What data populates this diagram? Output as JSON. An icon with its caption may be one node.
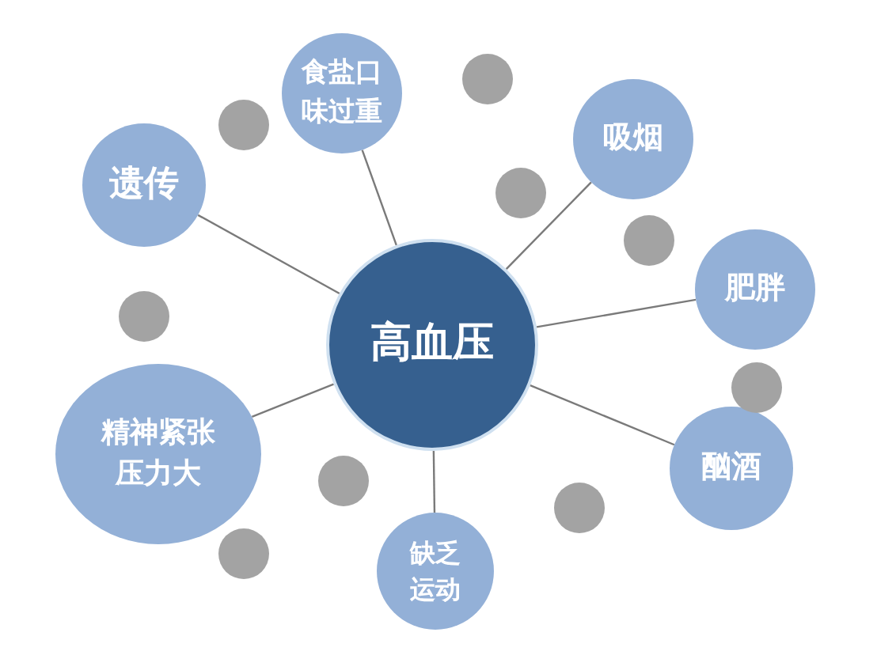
{
  "diagram": {
    "nodes": [
      {
        "text": [
          "高血压"
        ]
      },
      {
        "text": [
          "食盐口味过重"
        ]
      },
      {
        "text": [
          "遗传"
        ]
      },
      {
        "text": [
          "吸烟"
        ]
      },
      {
        "text": [
          "肥胖"
        ]
      },
      {
        "text": [
          "精神紧张压力大"
        ]
      },
      {
        "text": [
          "酗酒"
        ]
      },
      {
        "text": [
          "缺乏运动"
        ]
      },
      {
        "text": [],
        "shape": "circle"
      },
      {
        "text": [],
        "shape": "circle"
      },
      {
        "text": [],
        "shape": "circle"
      },
      {
        "text": [],
        "shape": "circle"
      },
      {
        "text": [],
        "shape": "circle"
      },
      {
        "text": [],
        "shape": "circle"
      },
      {
        "text": [],
        "shape": "circle"
      },
      {
        "text": [],
        "shape": "circle"
      },
      {
        "text": [],
        "shape": "circle"
      }
    ],
    "edges": [
      {
        "from": 0,
        "to": 1,
        "arrow": "none"
      },
      {
        "from": 0,
        "to": 2,
        "arrow": "none"
      },
      {
        "from": 0,
        "to": 3,
        "arrow": "none"
      },
      {
        "from": 0,
        "to": 4,
        "arrow": "none"
      },
      {
        "from": 0,
        "to": 5,
        "arrow": "none"
      },
      {
        "from": 0,
        "to": 6,
        "arrow": "none"
      },
      {
        "from": 0,
        "to": 7,
        "arrow": "none"
      }
    ]
  }
}
